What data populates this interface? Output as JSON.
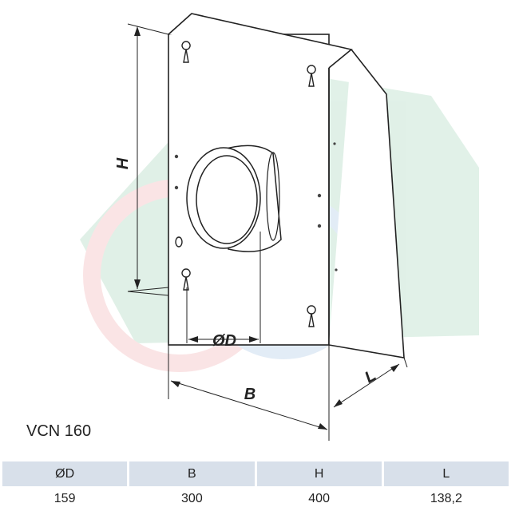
{
  "diagram": {
    "dimension_labels": {
      "height": "H",
      "diameter": "ØD",
      "width": "B",
      "length": "L"
    },
    "colors": {
      "line": "#222222",
      "watermark_green": "#2e9e5a",
      "watermark_red": "#e0474c",
      "watermark_blue": "#3c7fc4"
    }
  },
  "model": "VCN 160",
  "spec_table": {
    "headers": [
      "ØD",
      "B",
      "H",
      "L"
    ],
    "values": [
      "159",
      "300",
      "400",
      "138,2"
    ],
    "header_bg": "#d8e0ea"
  }
}
